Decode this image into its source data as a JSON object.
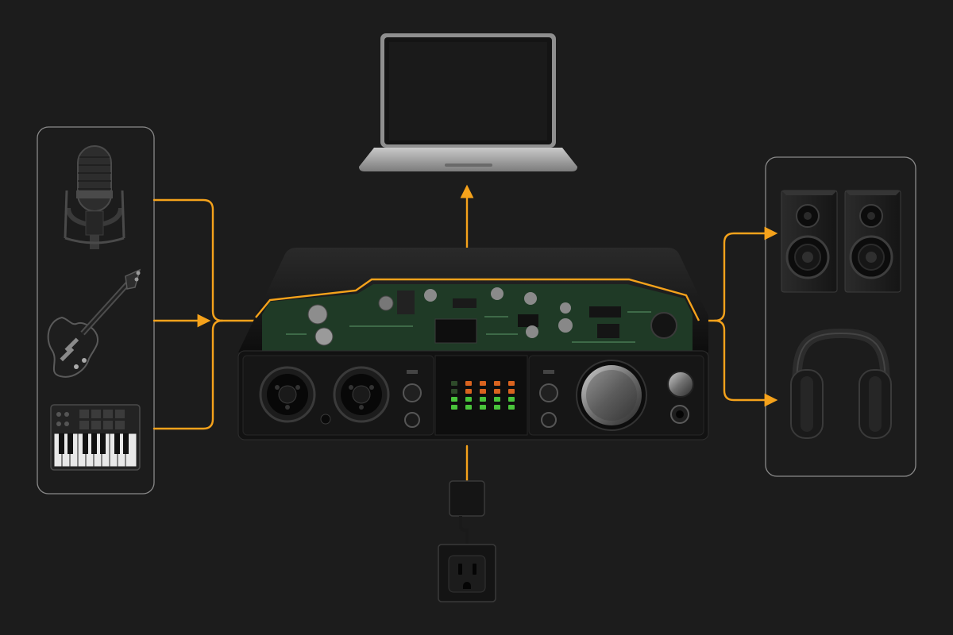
{
  "diagram": {
    "type": "audio-interface-signal-flow",
    "nodes": [
      {
        "id": "condenser-microphone",
        "group": "inputs",
        "icon": "microphone-icon"
      },
      {
        "id": "electric-guitar",
        "group": "inputs",
        "icon": "guitar-icon"
      },
      {
        "id": "midi-keyboard",
        "group": "inputs",
        "icon": "keyboard-icon"
      },
      {
        "id": "laptop-computer",
        "group": "host",
        "icon": "laptop-icon"
      },
      {
        "id": "audio-interface",
        "group": "hub",
        "icon": "audio-interface-icon"
      },
      {
        "id": "studio-monitors",
        "group": "outputs",
        "icon": "speaker-icon"
      },
      {
        "id": "headphones",
        "group": "outputs",
        "icon": "headphones-icon"
      },
      {
        "id": "power-adapter",
        "group": "power",
        "icon": "power-adapter-icon"
      },
      {
        "id": "wall-outlet",
        "group": "power",
        "icon": "outlet-icon"
      }
    ],
    "connections": [
      {
        "from": "condenser-microphone",
        "to": "audio-interface"
      },
      {
        "from": "electric-guitar",
        "to": "audio-interface"
      },
      {
        "from": "midi-keyboard",
        "to": "audio-interface"
      },
      {
        "from": "audio-interface",
        "to": "laptop-computer",
        "bidirectional": true
      },
      {
        "from": "audio-interface",
        "to": "studio-monitors"
      },
      {
        "from": "audio-interface",
        "to": "headphones"
      },
      {
        "from": "wall-outlet",
        "to": "power-adapter"
      },
      {
        "from": "power-adapter",
        "to": "audio-interface"
      }
    ]
  },
  "colors": {
    "background": "#1c1c1c",
    "connector": "#f5a21b",
    "panel_border": "#8a8a8a",
    "device_body": "#111111",
    "pcb": "#1f3a26",
    "meter_green": "#49c43b",
    "meter_orange": "#d9631f"
  }
}
